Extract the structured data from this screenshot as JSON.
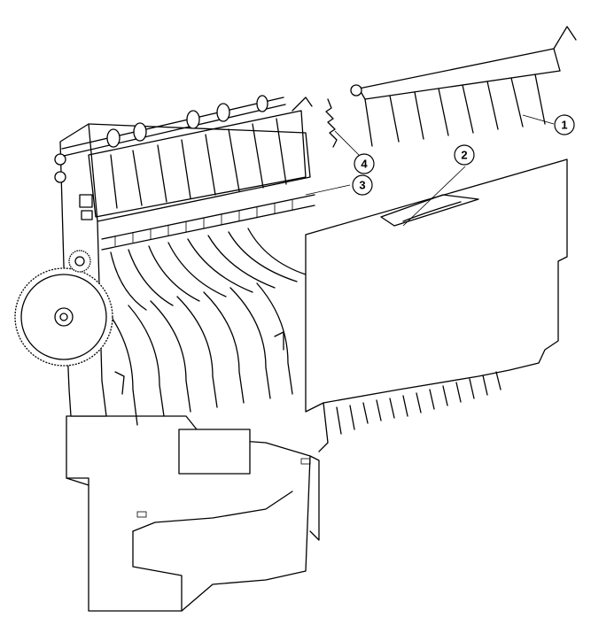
{
  "callouts": [
    {
      "id": "callout-1",
      "label": "1"
    },
    {
      "id": "callout-2",
      "label": "2"
    },
    {
      "id": "callout-3",
      "label": "3"
    },
    {
      "id": "callout-4",
      "label": "4"
    }
  ],
  "colors": {
    "line": "#000000",
    "background": "#ffffff"
  }
}
